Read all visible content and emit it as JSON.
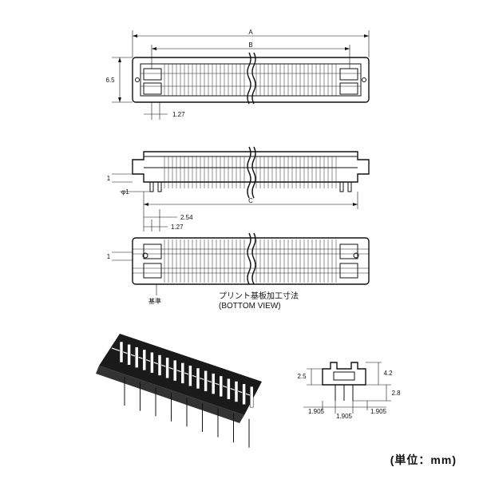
{
  "dims": {
    "A": "A",
    "B": "B",
    "C": "C",
    "h65": "6.5",
    "p127": "1.27",
    "p127b": "1.27",
    "p254": "2.54",
    "d1": "1",
    "phi1": "φ1",
    "d1b": "1",
    "h25": "2.5",
    "h42": "4.2",
    "h28": "2.8",
    "w1905a": "1.905",
    "w1905b": "1.905",
    "w1905c": "1.905"
  },
  "labels": {
    "datum": "基準",
    "pcb_title": "プリント基板加工寸法",
    "bottom_view": "(BOTTOM VIEW)"
  },
  "unit": "(単位：mm)"
}
